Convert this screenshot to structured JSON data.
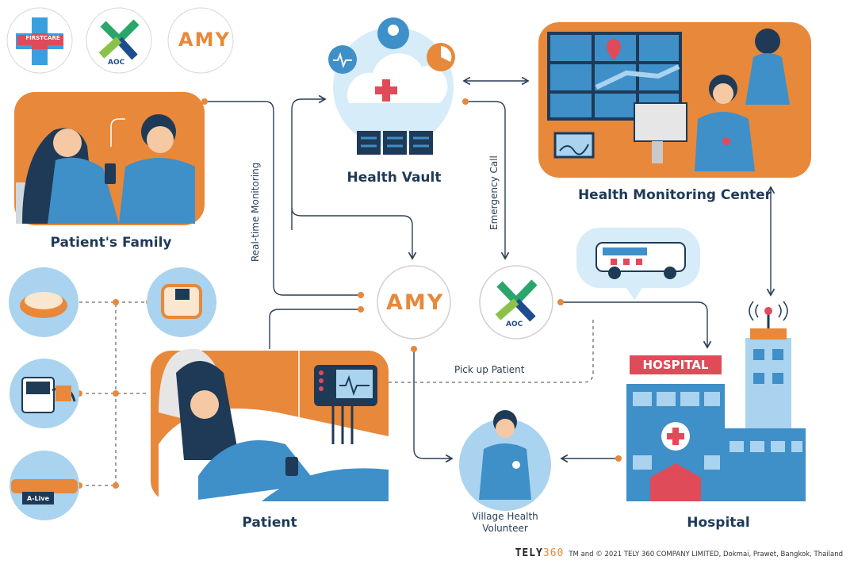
{
  "nodes": {
    "health_vault": "Health Vault",
    "monitoring_center": "Health Monitoring Center",
    "patients_family": "Patient's Family",
    "patient": "Patient",
    "hospital": "Hospital",
    "volunteer_line1": "Village Health",
    "volunteer_line2": "Volunteer",
    "hospital_sign": "HOSPITAL"
  },
  "edges": {
    "realtime": "Real-time Monitoring",
    "emergency": "Emergency Call",
    "pickup": "Pick up Patient"
  },
  "logos": {
    "firstcare": "FIRSTCARE",
    "aoc": "AOC",
    "amy": "AMY"
  },
  "devices": {
    "band_label": "A-Live"
  },
  "footer": {
    "brand": "TELY",
    "brand_num": "360",
    "copyright": "TM and © 2021 TELY 360 COMPANY LIMITED, Dokmai, Prawet, Bangkok, Thailand"
  },
  "colors": {
    "orange": "#e8883a",
    "blue": "#3f8fc9",
    "navy": "#1f3a57",
    "light_blue": "#a9d3ee",
    "red": "#e04b5a"
  }
}
